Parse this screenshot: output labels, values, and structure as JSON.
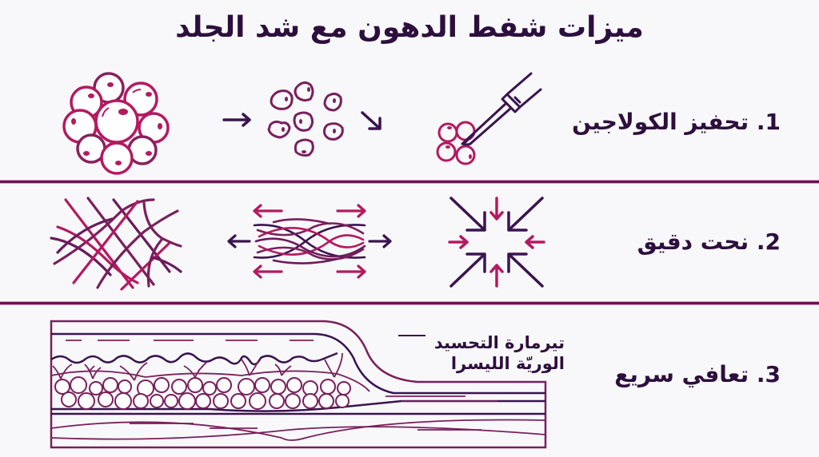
{
  "title": "ميزات شفط الدهون مع شد الجلد",
  "colors": {
    "dark_purple": "#3a1450",
    "magenta": "#b5195f",
    "plum": "#7a1f5c",
    "background": "#f8f8fa",
    "divider": "#6a1452"
  },
  "rows": [
    {
      "number": "1.",
      "label": "1. تحفيز الكولاجين",
      "icons": [
        "fat-cell-cluster-icon",
        "right-arrow-icon",
        "dispersed-fat-cells-icon",
        "down-right-arrow-icon",
        "cannula-fat-cells-icon"
      ]
    },
    {
      "number": "2.",
      "label": "2. نحت دقيق",
      "icons": [
        "collagen-mesh-icon",
        "left-arrow-icon",
        "stretched-fibers-icon",
        "right-arrow-icon",
        "contracting-arrows-icon"
      ]
    },
    {
      "number": "3.",
      "label": "3. تعافي سريع",
      "icons": [
        "skin-cross-section-icon"
      ],
      "callout": {
        "line1": "تيرمارة التحسيد",
        "line2": "الوريّة الليسرا"
      }
    }
  ]
}
